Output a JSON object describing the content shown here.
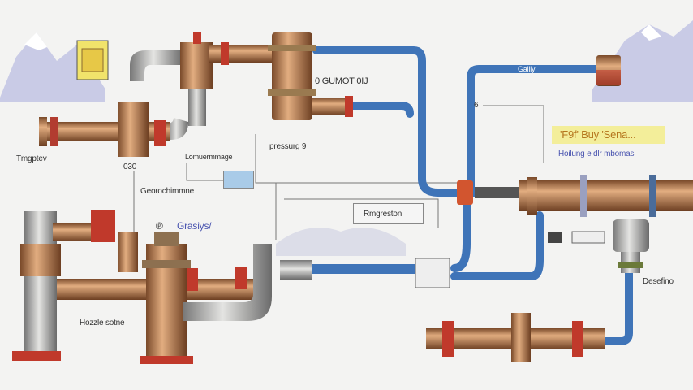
{
  "labels": {
    "tmgptev": "Tmgptev",
    "code_030": "030",
    "lomuermmage": "Lomuermmage",
    "pressurg": "pressurg 9",
    "georochimmne": "Georochimmne",
    "ringreston": "Rmgreston",
    "grasiys": "Grasiys/",
    "grasiys_prefix": "℗",
    "hozzle_sotne": "Hozzle sotne",
    "gumot": "0 GUMOT 0IJ",
    "gallly": "Gallly",
    "six": "6",
    "buy_sena": "'F9f' Buy 'Sena...",
    "hoilung": "Hoilung e dlr mbomas",
    "desefino": "Desefino"
  },
  "colors": {
    "copper": "#b87a4e",
    "steel": "#a9aaa8",
    "blue_pipe": "#3f74b8",
    "flange_red": "#c0392b",
    "sign_yellow": "#f1e36b",
    "mountain": "#c9cbe6"
  }
}
